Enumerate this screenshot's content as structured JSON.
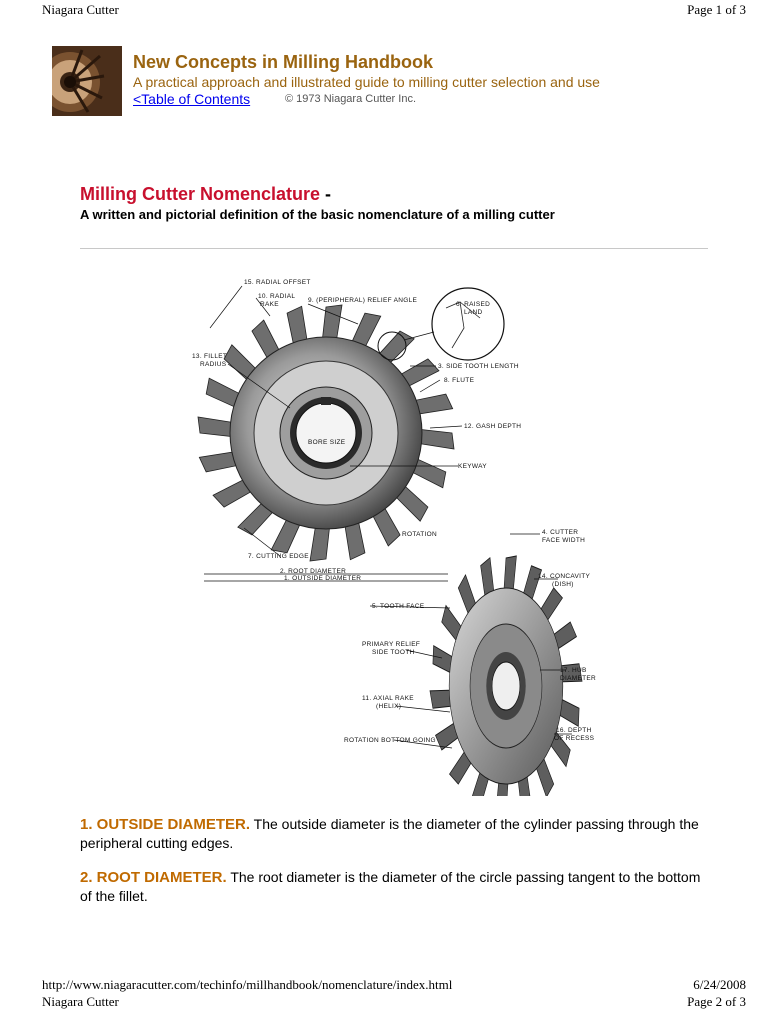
{
  "page_header": {
    "site": "Niagara Cutter",
    "page": "Page 1 of 3"
  },
  "handbook": {
    "title": "New Concepts in Milling Handbook",
    "subtitle": "A practical approach and illustrated guide to milling cutter selection and use",
    "toc_link": "<Table of Contents",
    "copyright": "© 1973 Niagara Cutter Inc."
  },
  "section": {
    "title": "Milling Cutter Nomenclature",
    "dash": " -",
    "subtitle": "A written and pictorial definition of the basic nomenclature of a milling cutter"
  },
  "figure": {
    "labels": {
      "radial_offset": "15. RADIAL OFFSET",
      "radial_rake_1": "10. RADIAL",
      "radial_rake_2": "RAKE",
      "peripheral_relief": "9. (PERIPHERAL) RELIEF ANGLE",
      "raised_land_1": "6. RAISED",
      "raised_land_2": "LAND",
      "fillet_radius_1": "13. FILLET",
      "fillet_radius_2": "RADIUS",
      "side_tooth_length": "3. SIDE TOOTH LENGTH",
      "flute": "8. FLUTE",
      "gash_depth": "12. GASH DEPTH",
      "bore_size": "BORE SIZE",
      "keyway": "KEYWAY",
      "rotation": "ROTATION",
      "cutting_edge": "7. CUTTING EDGE",
      "root_diameter": "2. ROOT DIAMETER",
      "outside_diameter": "1. OUTSIDE DIAMETER",
      "cutter_face_width_1": "4. CUTTER",
      "cutter_face_width_2": "FACE WIDTH",
      "concavity_1": "14. CONCAVITY",
      "concavity_2": "(DISH)",
      "tooth_face": "5. TOOTH FACE",
      "primary_relief_1": "PRIMARY RELIEF",
      "primary_relief_2": "SIDE TOOTH",
      "hub_diameter_1": "17. HUB",
      "hub_diameter_2": "DIAMETER",
      "axial_rake_1": "11. AXIAL RAKE",
      "axial_rake_2": "(HELIX)",
      "depth_recess_1": "16. DEPTH",
      "depth_recess_2": "OF RECESS",
      "rotation_bottom": "ROTATION BOTTOM GOING"
    }
  },
  "definitions": [
    {
      "term": "1. OUTSIDE DIAMETER.",
      "text": " The outside diameter is the diameter of the cylinder passing through the peripheral cutting edges."
    },
    {
      "term": "2. ROOT DIAMETER.",
      "text": " The root diameter is the diameter of the circle passing tangent to the bottom of the fillet."
    }
  ],
  "page_footer": {
    "url": "http://www.niagaracutter.com/techinfo/millhandbook/nomenclature/index.html",
    "date": "6/24/2008",
    "site": "Niagara Cutter",
    "page": "Page 2 of 3"
  }
}
